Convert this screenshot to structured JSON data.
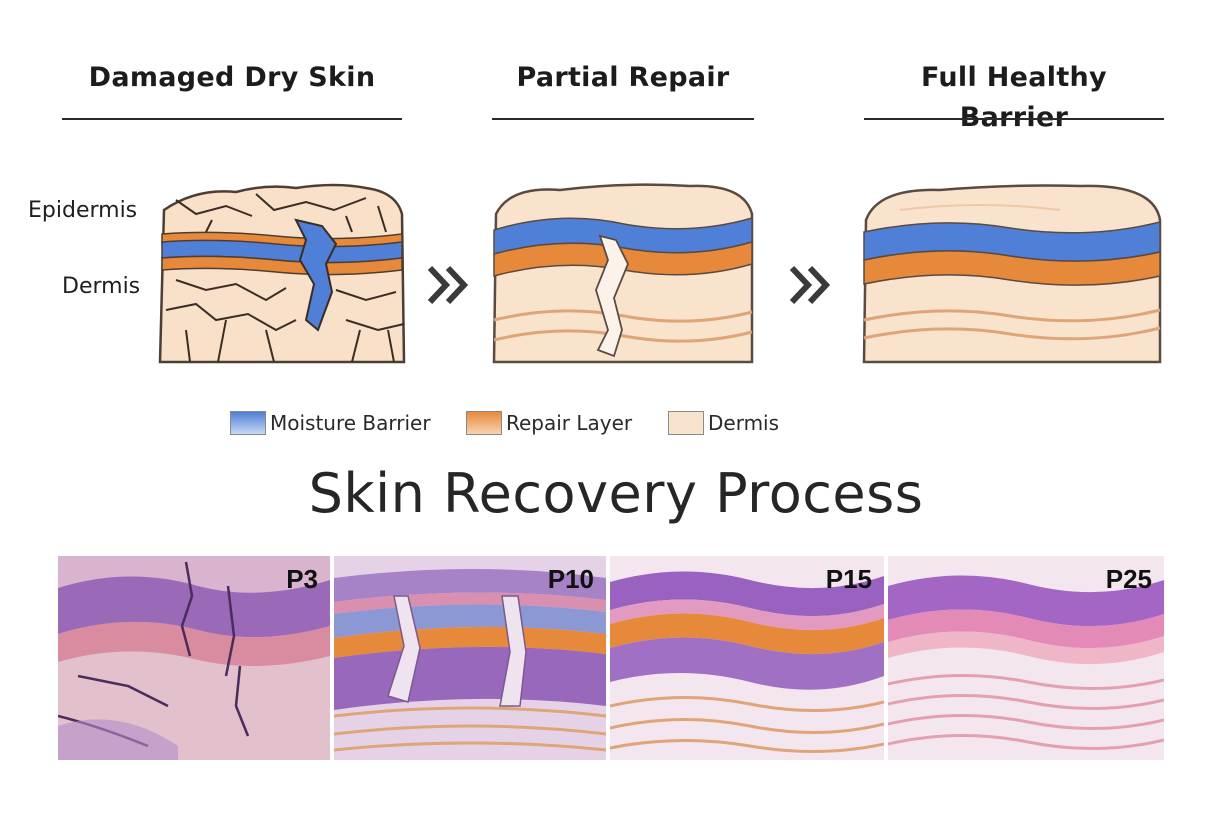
{
  "stages": [
    {
      "title": "Damaged Dry Skin"
    },
    {
      "title": "Partial Repair"
    },
    {
      "title": "Full Healthy Barrier"
    }
  ],
  "side_labels": {
    "epidermis": "Epidermis",
    "dermis": "Dermis"
  },
  "legend": [
    {
      "label": "Moisture Barrier",
      "color": "#4f7fd6"
    },
    {
      "label": "Repair Layer",
      "color": "#e7893a"
    },
    {
      "label": "Dermis",
      "color": "#f8e3cf"
    }
  ],
  "main_title": "Skin Recovery Process",
  "panels": [
    {
      "label": "P3"
    },
    {
      "label": "P10"
    },
    {
      "label": "P15"
    },
    {
      "label": "P25"
    }
  ],
  "colors": {
    "moisture_barrier": "#4f7fd6",
    "repair_layer": "#e7893a",
    "dermis": "#f8e3cf",
    "outline": "#5a4a40",
    "stain_purple": "#8e56b8",
    "stain_pink": "#e3a6c6"
  }
}
